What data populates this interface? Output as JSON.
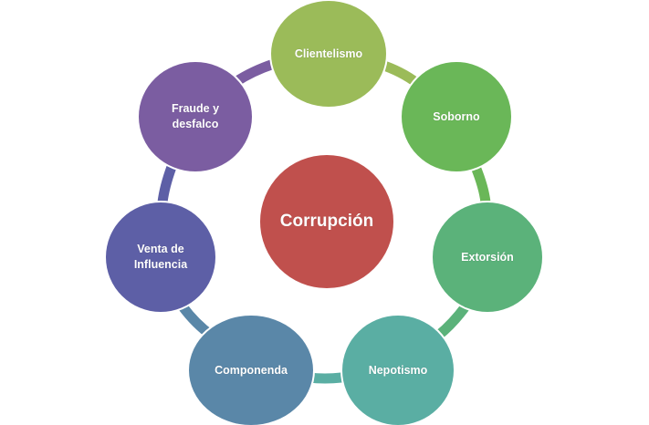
{
  "diagram": {
    "type": "cycle",
    "center": {
      "label": "Corrupción",
      "color": "#c0504d"
    },
    "nodes": [
      {
        "label_line1": "Clientelismo",
        "label_line2": "",
        "color": "#9bbb59"
      },
      {
        "label_line1": "Soborno",
        "label_line2": "",
        "color": "#6ab758"
      },
      {
        "label_line1": "Extorsión",
        "label_line2": "",
        "color": "#5bb27a"
      },
      {
        "label_line1": "Nepotismo",
        "label_line2": "",
        "color": "#5aaea3"
      },
      {
        "label_line1": "Componenda",
        "label_line2": "",
        "color": "#5a87a8"
      },
      {
        "label_line1": "Venta de",
        "label_line2": "Influencia",
        "color": "#5d5fa6"
      },
      {
        "label_line1": "Fraude y",
        "label_line2": "desfalco",
        "color": "#7b5da1"
      }
    ]
  }
}
